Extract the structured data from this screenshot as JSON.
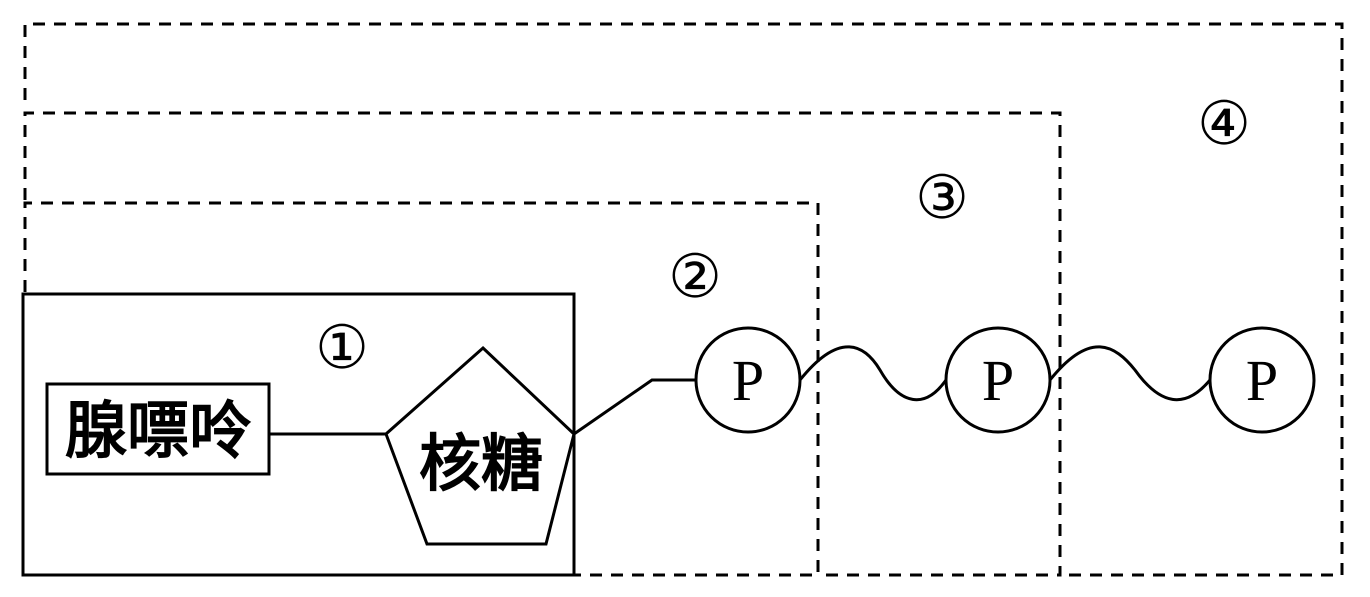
{
  "molecule": {
    "base_label": "腺嘌呤",
    "sugar_label": "核糖",
    "phosphate_label": "P"
  },
  "regions": [
    {
      "marker": "①"
    },
    {
      "marker": "②"
    },
    {
      "marker": "③"
    },
    {
      "marker": "④"
    }
  ]
}
